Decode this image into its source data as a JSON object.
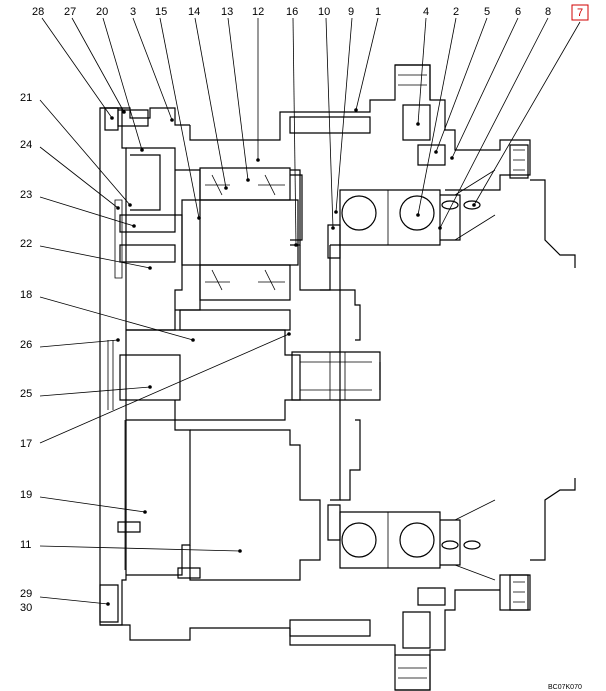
{
  "diagram": {
    "callouts_top": [
      {
        "id": "c28",
        "text": "28"
      },
      {
        "id": "c27",
        "text": "27"
      },
      {
        "id": "c20",
        "text": "20"
      },
      {
        "id": "c3",
        "text": "3"
      },
      {
        "id": "c15",
        "text": "15"
      },
      {
        "id": "c14",
        "text": "14"
      },
      {
        "id": "c13",
        "text": "13"
      },
      {
        "id": "c12",
        "text": "12"
      },
      {
        "id": "c16",
        "text": "16"
      },
      {
        "id": "c10",
        "text": "10"
      },
      {
        "id": "c9",
        "text": "9"
      },
      {
        "id": "c1",
        "text": "1"
      },
      {
        "id": "c4",
        "text": "4"
      },
      {
        "id": "c2",
        "text": "2"
      },
      {
        "id": "c5",
        "text": "5"
      },
      {
        "id": "c6",
        "text": "6"
      },
      {
        "id": "c8",
        "text": "8"
      }
    ],
    "callout_boxed": {
      "text": "7",
      "color": "#d00000"
    },
    "callouts_left": [
      {
        "id": "c21",
        "text": "21"
      },
      {
        "id": "c24",
        "text": "24"
      },
      {
        "id": "c23",
        "text": "23"
      },
      {
        "id": "c22",
        "text": "22"
      },
      {
        "id": "c18",
        "text": "18"
      },
      {
        "id": "c26",
        "text": "26"
      },
      {
        "id": "c25",
        "text": "25"
      },
      {
        "id": "c17",
        "text": "17"
      },
      {
        "id": "c19",
        "text": "19"
      },
      {
        "id": "c11",
        "text": "11"
      },
      {
        "id": "c29",
        "text": "29"
      },
      {
        "id": "c30",
        "text": "30"
      }
    ],
    "drawing_code": "BC07K070"
  }
}
